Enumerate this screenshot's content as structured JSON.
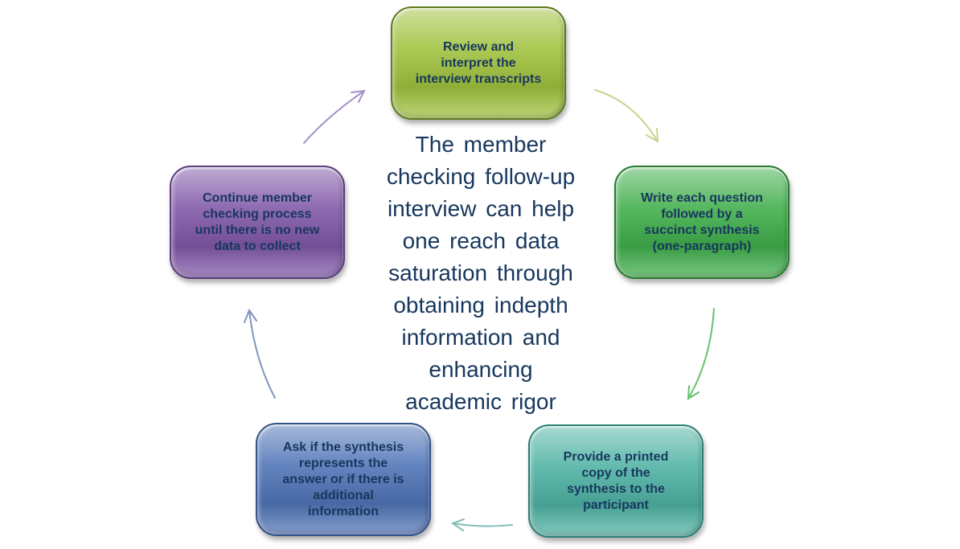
{
  "diagram": {
    "background": "#ffffff",
    "text_color": "#17375d",
    "center": {
      "text": "The member\nchecking follow-up\ninterview can help\none reach data\nsaturation through\nobtaining indepth\ninformation and\nenhancing\nacademic rigor"
    },
    "steps": [
      {
        "id": "review-transcripts",
        "label": "Review and\ninterpret the\ninterview transcripts",
        "colors": {
          "base": "#a0c23d",
          "rim": "#60791c"
        }
      },
      {
        "id": "write-synthesis",
        "label": "Write each question\nfollowed by a\nsuccinct synthesis\n(one-paragraph)",
        "colors": {
          "base": "#3fae4b",
          "rim": "#237c2e"
        }
      },
      {
        "id": "provide-copy",
        "label": "Provide a printed\ncopy of the\nsynthesis to the\nparticipant",
        "colors": {
          "base": "#4eb2a3",
          "rim": "#2b8074"
        }
      },
      {
        "id": "ask-synthesis",
        "label": "Ask if the synthesis\nrepresents the\nanswer or if there is\nadditional\ninformation",
        "colors": {
          "base": "#4f74b7",
          "rim": "#31528b"
        }
      },
      {
        "id": "continue-checking",
        "label": "Continue member\nchecking process\nuntil there is no new\ndata to collect",
        "colors": {
          "base": "#8057a8",
          "rim": "#593b7e"
        }
      }
    ],
    "arrows": [
      {
        "name": "arrow-review-to-write",
        "color": "#c8d48e"
      },
      {
        "name": "arrow-write-to-provide",
        "color": "#68c06f"
      },
      {
        "name": "arrow-provide-to-ask",
        "color": "#85bdb5"
      },
      {
        "name": "arrow-ask-to-continue",
        "color": "#8394c4"
      },
      {
        "name": "arrow-continue-to-review",
        "color": "#a58fc9"
      }
    ]
  }
}
